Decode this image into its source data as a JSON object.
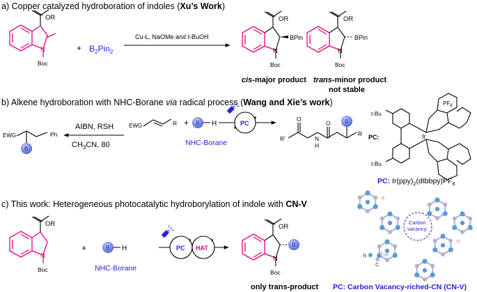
{
  "section_a": {
    "header_prefix": "a) Copper catalyzed hydroboration of indoles (",
    "header_bold": "Xu’s Work",
    "header_suffix": ")",
    "ester": "OR",
    "boc": "Boc",
    "n": "N",
    "b2pin2": "B",
    "b2pin2_sub1": "2",
    "b2pin2_mid": "Pin",
    "b2pin2_sub2": "2",
    "plus": "+",
    "conditions_pre": "Cu-L, NaOMe and ",
    "conditions_it": "t",
    "conditions_post": "-BuOH",
    "bpin": "BPin",
    "cis_it": "cis",
    "cis_rest": "-major product",
    "trans_it": "trans",
    "trans_rest": "-minor product",
    "not_stable": "not stable"
  },
  "section_b": {
    "header_prefix": "b) Alkene hydroboration with NHC-Borane ",
    "header_via": "via",
    "header_mid": " radical process (",
    "header_bold": "Wang and Xie’s work",
    "header_suffix": ")",
    "ewg": "EWG",
    "ph": "Ph",
    "b": "B",
    "aibn": "AIBN, RSH",
    "solvent": "CH",
    "solvent_sub": "3",
    "solvent_rest": "CN, 80",
    "r": "R",
    "h": "H",
    "nhc_borane": "NHC-Borane",
    "pc": "PC",
    "r_prime": "R'",
    "o": "O",
    "nh": "N",
    "nh_h": "H",
    "pc_label": "PC:",
    "tbu": "t-Bu",
    "ir": "Ir",
    "pf6": "PF",
    "pf6_sub": "6",
    "pf6_sup": "-",
    "cat_bold": "PC: ",
    "cat_name": "Ir(ppy)",
    "cat_sub1": "2",
    "cat_mid": "(dtbbpy)PF",
    "cat_sub2": "6"
  },
  "section_c": {
    "header_prefix": "c) This work: Heterogeneous photocatalytic hydroborylation of indole with ",
    "header_bold": "CN-V",
    "ester": "OR",
    "boc": "Boc",
    "n": "N",
    "plus": "+",
    "b": "B",
    "h": "H",
    "nhc_borane": "NHC-Borane",
    "pc": "PC",
    "hat": "HAT",
    "only_trans": "only trans-product",
    "carbon_vacancy_1": "Carbon",
    "carbon_vacancy_2": "vacancy",
    "legend_n": "N",
    "legend_c": "C",
    "legend_h": "H",
    "caption": "PC: Carbon Vacancy-riched-CN (CN-V)"
  },
  "colors": {
    "magenta": "#e6007e",
    "blue": "#1f1fe0",
    "sphere": "#6f86e8",
    "nitrogen_atom": "#5b9bd5",
    "carbon_atom": "#b7b0cf",
    "hydrogen_atom": "#e8c9c9"
  },
  "icons": [
    "light-source-icon",
    "photocatalytic-cycle-icon",
    "boron-sphere-icon",
    "dashed-arrow-icon"
  ]
}
